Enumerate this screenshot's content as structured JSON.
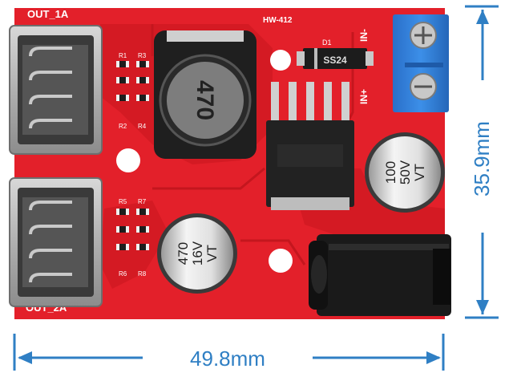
{
  "board": {
    "model": "HW-412",
    "usb_top_label": "OUT_1A",
    "usb_bottom_label": "OUT_2A",
    "input_minus_label": "IN-",
    "input_plus_label": "IN+",
    "diode_ref": "D1",
    "diode_marking": "SS24",
    "inductor_marking": "470",
    "resistor_refs_top": [
      "R1",
      "R3",
      "R2",
      "R4"
    ],
    "resistor_refs_bottom": [
      "R5",
      "R7",
      "R6",
      "R8"
    ],
    "cap_large": {
      "value": "100",
      "voltage": "50V",
      "series": "VT"
    },
    "cap_small": {
      "value": "470",
      "voltage": "16V",
      "series": "VT"
    }
  },
  "dimensions": {
    "width_label": "49.8mm",
    "height_label": "35.9mm"
  },
  "colors": {
    "pcb": "#e3202a",
    "pcb_dark": "#b8141c",
    "dimension": "#2f7fc4",
    "terminal": "#2b7fd6"
  }
}
